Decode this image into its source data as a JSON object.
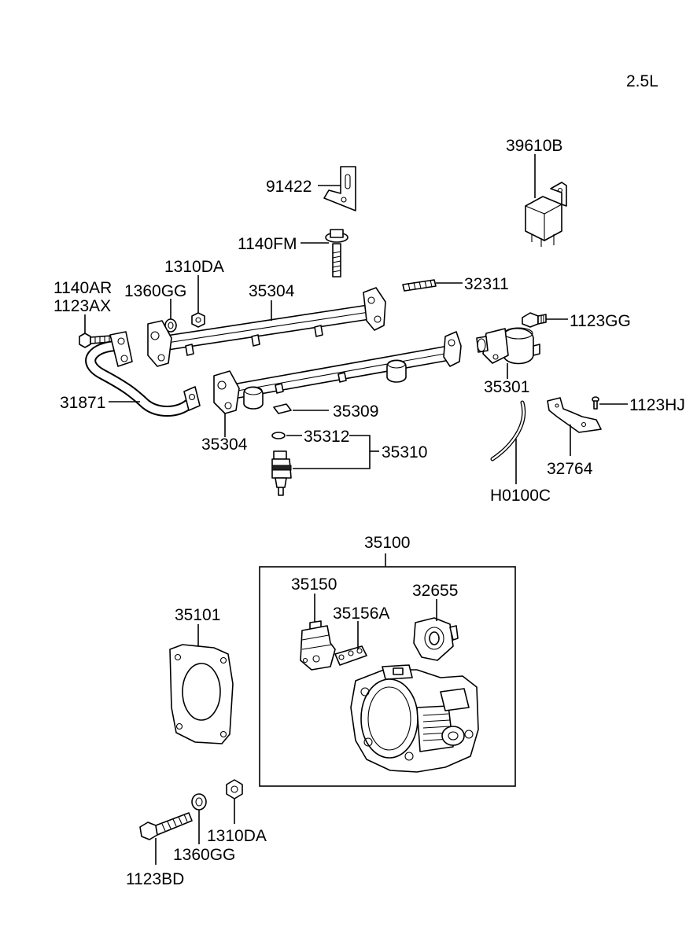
{
  "engine_label": "2.5L",
  "labels": {
    "p91422": "91422",
    "p39610B": "39610B",
    "p1140FM": "1140FM",
    "p1310DA_top": "1310DA",
    "p1360GG_top": "1360GG",
    "p1140AR": "1140AR",
    "p1123AX": "1123AX",
    "p35304_top": "35304",
    "p32311": "32311",
    "p1123GG": "1123GG",
    "p31871": "31871",
    "p35301": "35301",
    "p1123HJ": "1123HJ",
    "p35309": "35309",
    "p35312": "35312",
    "p35310": "35310",
    "p35304_bottom": "35304",
    "p32764": "32764",
    "pH0100C": "H0100C",
    "p35100": "35100",
    "p35150": "35150",
    "p32655": "32655",
    "p35156A": "35156A",
    "p35101": "35101",
    "p1310DA_bottom": "1310DA",
    "p1360GG_bottom": "1360GG",
    "p1123BD": "1123BD"
  }
}
